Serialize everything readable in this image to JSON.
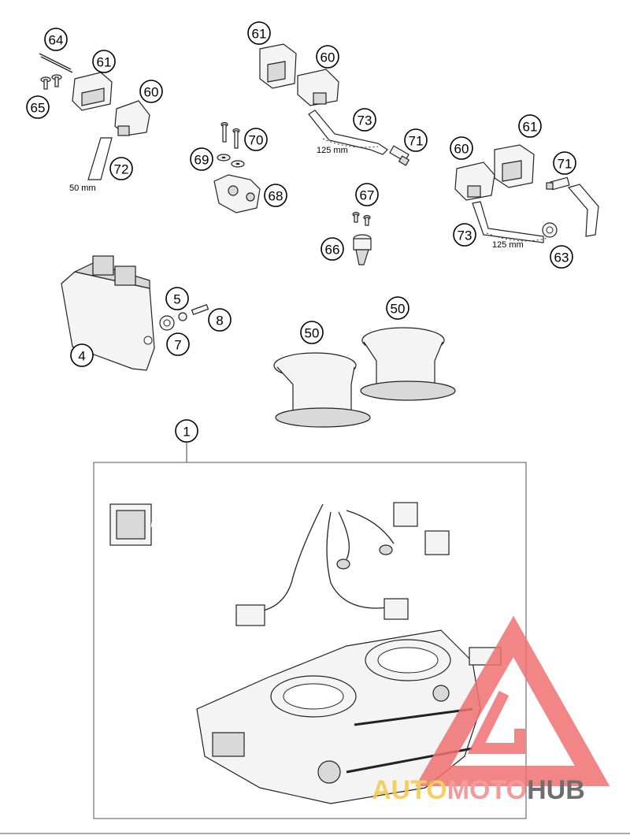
{
  "diagram": {
    "callouts": [
      {
        "id": "c64a",
        "label": "64"
      },
      {
        "id": "c61a",
        "label": "61"
      },
      {
        "id": "c60a",
        "label": "60"
      },
      {
        "id": "c65a",
        "label": "65"
      },
      {
        "id": "c72a",
        "label": "72"
      },
      {
        "id": "c61b",
        "label": "61"
      },
      {
        "id": "c60b",
        "label": "60"
      },
      {
        "id": "c73a",
        "label": "73"
      },
      {
        "id": "c71a",
        "label": "71"
      },
      {
        "id": "c70a",
        "label": "70"
      },
      {
        "id": "c69a",
        "label": "69"
      },
      {
        "id": "c68a",
        "label": "68"
      },
      {
        "id": "c61c",
        "label": "61"
      },
      {
        "id": "c60c",
        "label": "60"
      },
      {
        "id": "c71b",
        "label": "71"
      },
      {
        "id": "c67a",
        "label": "67"
      },
      {
        "id": "c73b",
        "label": "73"
      },
      {
        "id": "c66a",
        "label": "66"
      },
      {
        "id": "c63a",
        "label": "63"
      },
      {
        "id": "c5a",
        "label": "5"
      },
      {
        "id": "c8a",
        "label": "8"
      },
      {
        "id": "c7a",
        "label": "7"
      },
      {
        "id": "c4a",
        "label": "4"
      },
      {
        "id": "c50a",
        "label": "50"
      },
      {
        "id": "c50b",
        "label": "50"
      },
      {
        "id": "c1a",
        "label": "1"
      }
    ],
    "dimensions": {
      "hose_short": "50 mm",
      "hose_mid": "125 mm",
      "hose_right": "125 mm"
    }
  },
  "watermark": {
    "part1": "AUTO",
    "part2": "MOTO",
    "part3": "HUB",
    "colors": {
      "part1": "#f5c84a",
      "part2": "#f08a8a",
      "part3": "#555555",
      "triangle": "#f07070"
    }
  }
}
